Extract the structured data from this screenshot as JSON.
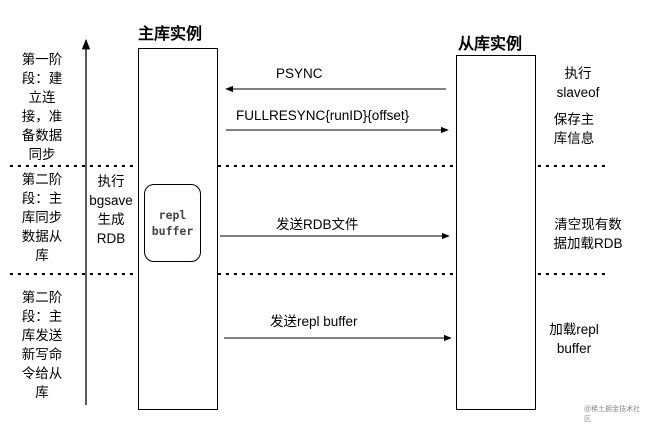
{
  "columns": {
    "master_title": "主库实例",
    "slave_title": "从库实例"
  },
  "stages": [
    {
      "label": "第一阶\n段：建\n立连\n接，准\n备数据\n同步"
    },
    {
      "label": "第二阶\n段：主\n库同步\n数据从\n库"
    },
    {
      "label": "第二阶\n段：主\n库发送\n新写命\n令给从\n库"
    }
  ],
  "messages": {
    "psync": "PSYNC",
    "fullresync": "FULLRESYNC{runID}{offset}",
    "send_rdb": "发送RDB文件",
    "send_buffer": "发送repl buffer"
  },
  "master_actions": {
    "bgsave": "执行\nbgsave\n生成\nRDB",
    "repl_buffer": "repl\nbuffer"
  },
  "slave_actions": {
    "slaveof": "执行\nslaveof",
    "save_info": "保存主\n库信息",
    "load_rdb": "清空现有数\n据加载RDB",
    "load_buffer": "加载repl\nbuffer"
  },
  "watermark": "@稀土掘金技术社区"
}
